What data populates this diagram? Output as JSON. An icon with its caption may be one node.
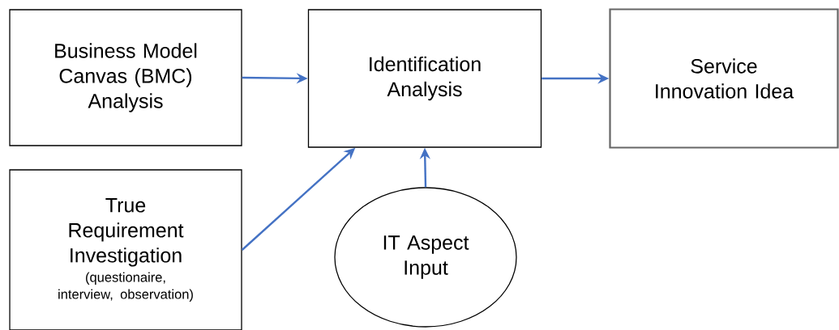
{
  "diagram": {
    "nodes": [
      {
        "text": [
          "Business Model Canvas (BMC) Analysis"
        ]
      },
      {
        "text": [
          "Identification Analysis"
        ]
      },
      {
        "text": [
          "Service Innovation Idea"
        ]
      },
      {
        "text": [
          "True Requirement Investigation",
          "(questionaire, interview, observation)"
        ]
      },
      {
        "text": [
          "IT Aspect Input"
        ]
      }
    ],
    "edges": [
      {
        "from": 0,
        "to": 1,
        "arrow": "to"
      },
      {
        "from": 1,
        "to": 2,
        "arrow": "to"
      },
      {
        "from": 3,
        "to": 1,
        "arrow": "to"
      },
      {
        "from": 4,
        "to": 1,
        "arrow": "to"
      }
    ]
  }
}
